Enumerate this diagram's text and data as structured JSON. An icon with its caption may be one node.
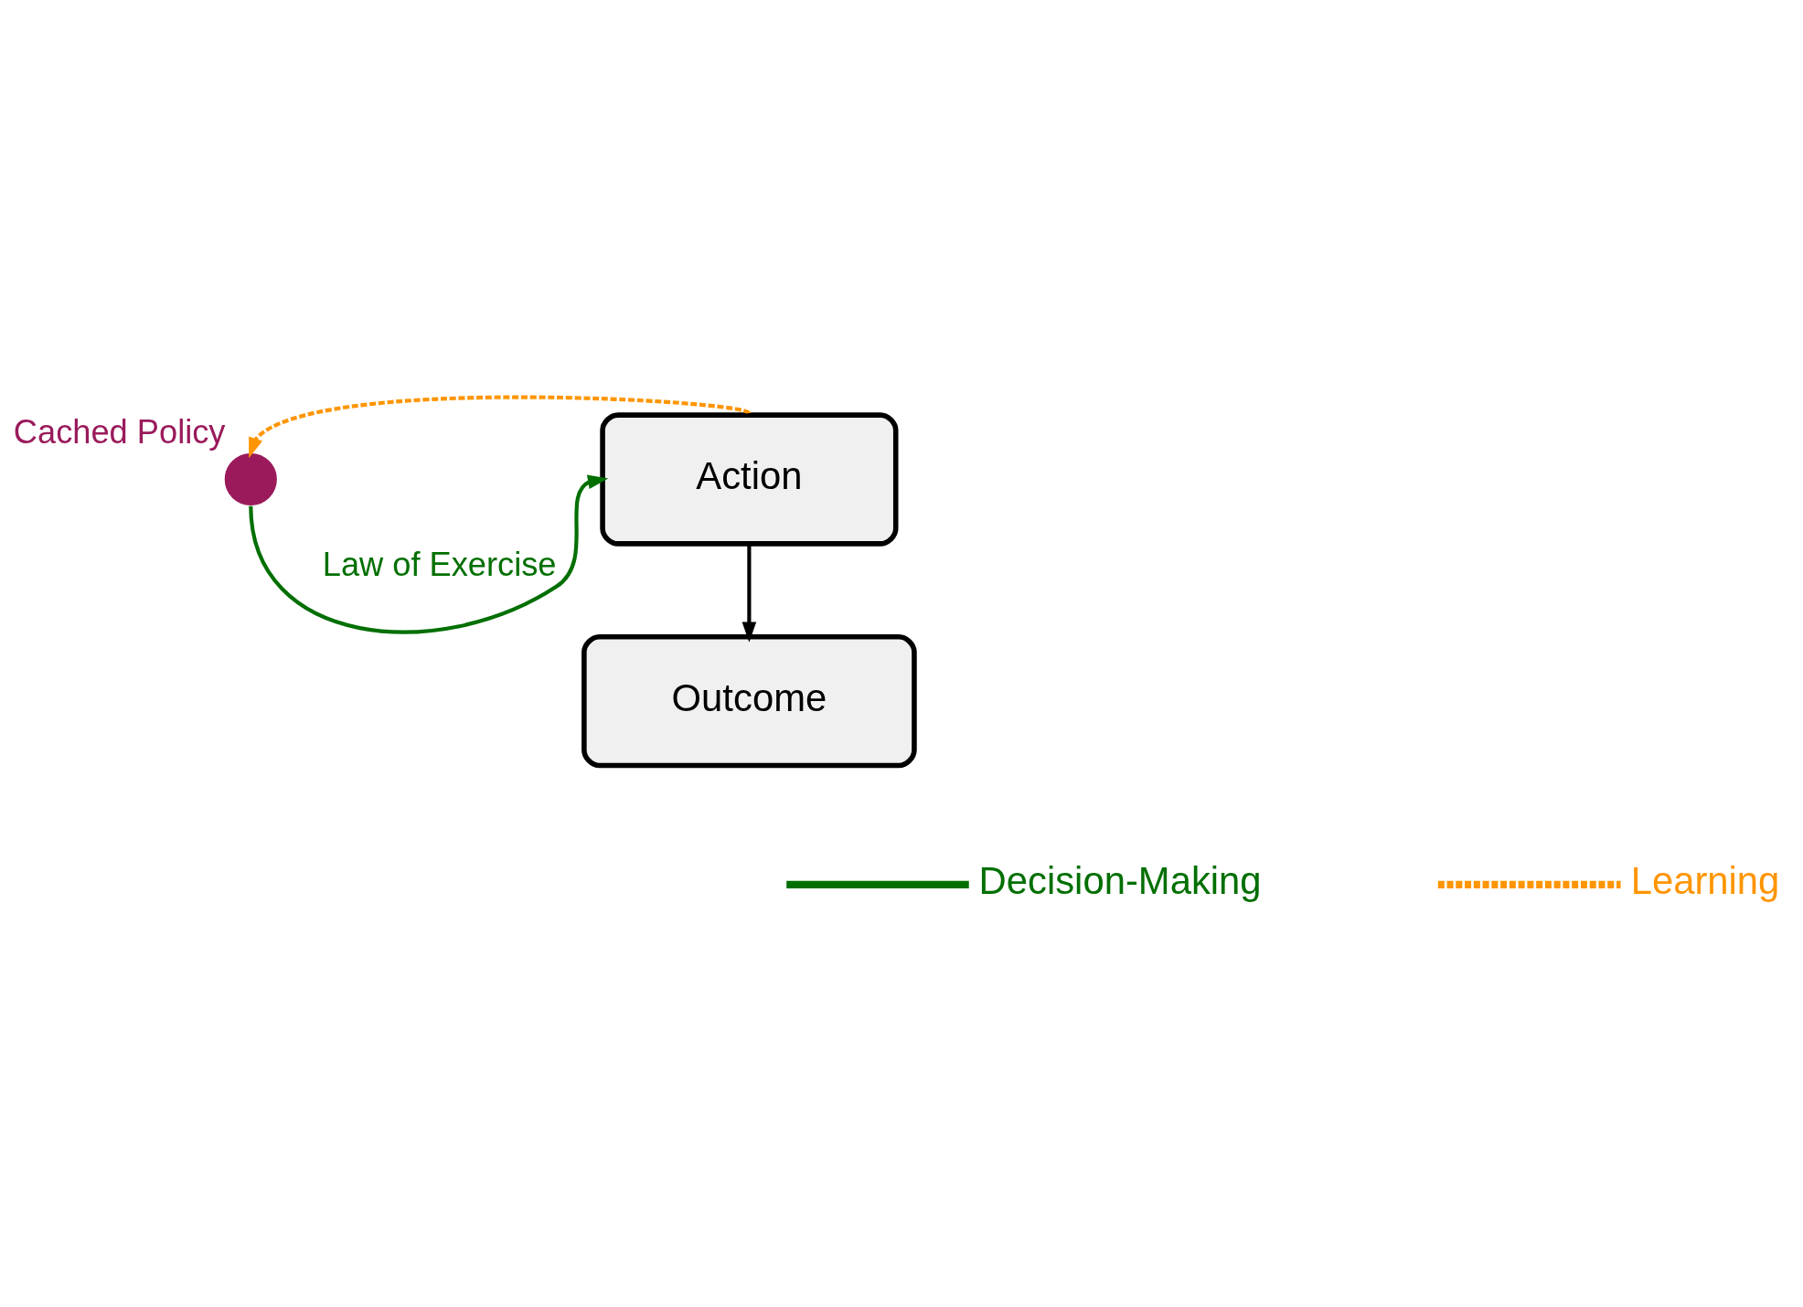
{
  "diagram": {
    "nodes": [
      {
        "text": [
          "Cached Policy"
        ]
      },
      {
        "text": [
          "Action"
        ]
      },
      {
        "text": [
          "Outcome"
        ]
      }
    ],
    "edges": [
      {
        "from": 0,
        "to": 1,
        "arrow": "to",
        "label": "Law of Exercise",
        "color": "#006f00"
      },
      {
        "from": 1,
        "to": 0,
        "arrow": "to",
        "style": "dashed",
        "color": "#ff9500"
      },
      {
        "from": 1,
        "to": 2,
        "arrow": "to",
        "color": "#000000"
      }
    ],
    "legend": [
      {
        "text": "Decision-Making"
      },
      {
        "text": "Learning"
      }
    ]
  }
}
